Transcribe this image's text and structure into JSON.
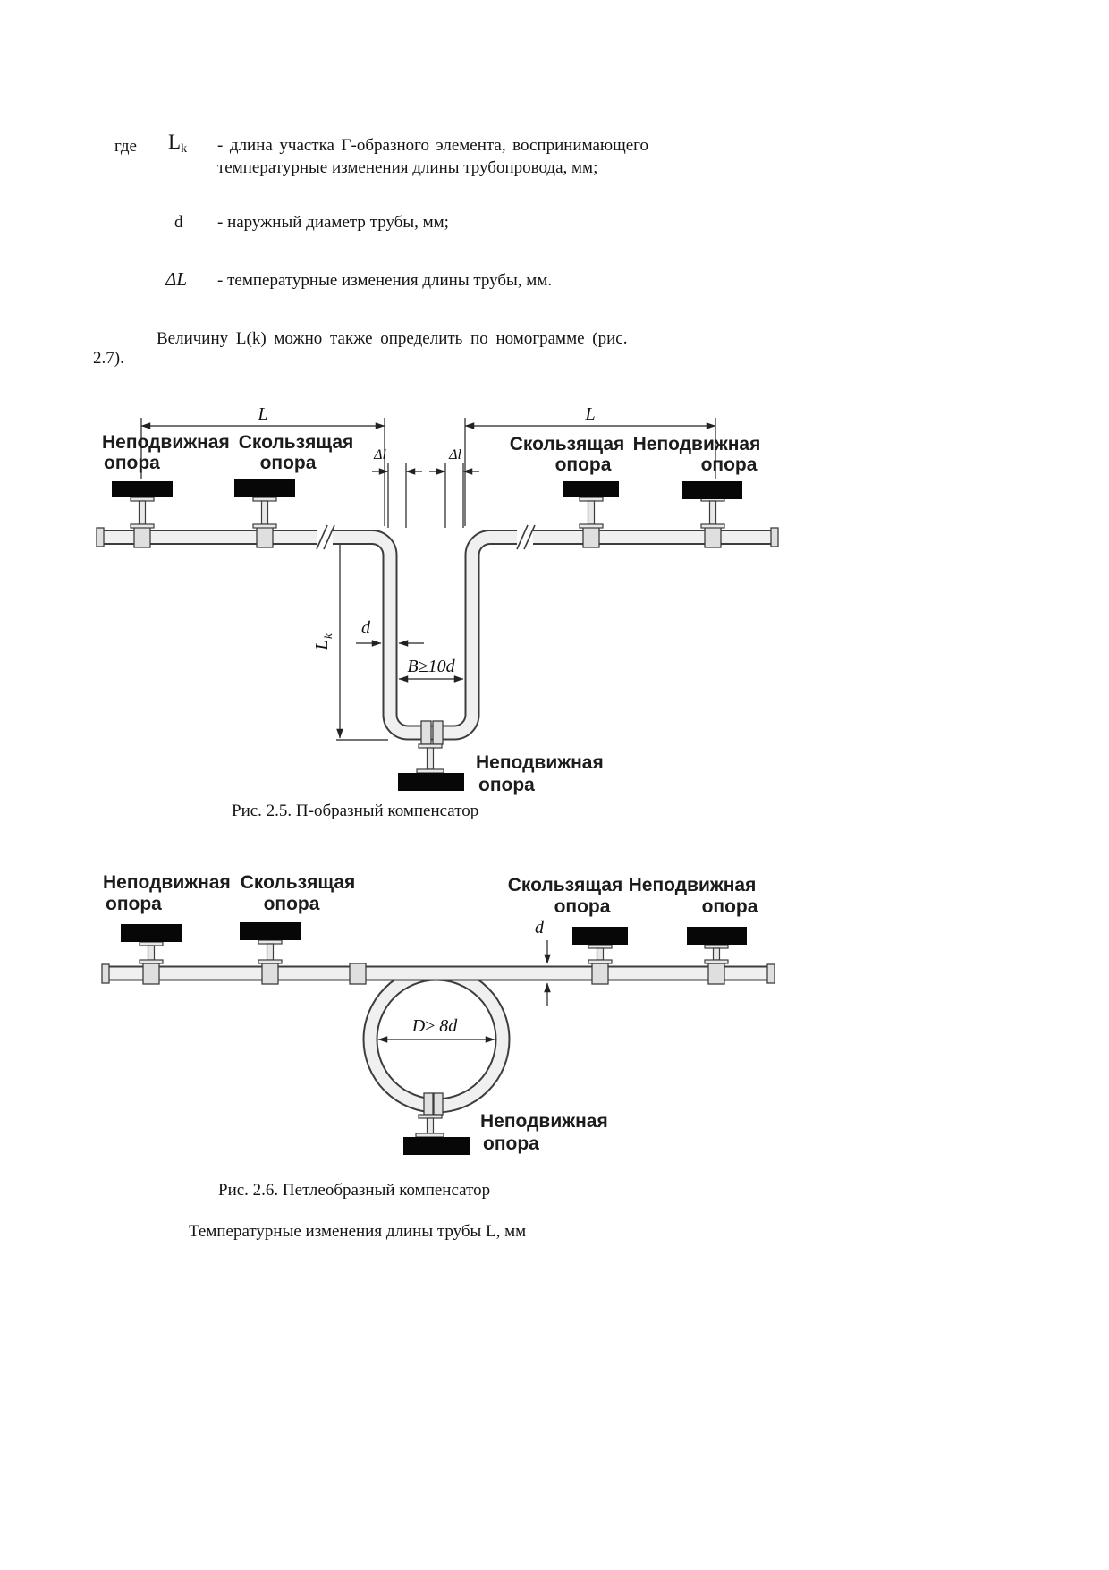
{
  "colors": {
    "paper": "#ffffff",
    "ink": "#141414",
    "support_black": "#070707"
  },
  "definitions": {
    "where_label": "где",
    "lk_symbol_main": "L",
    "lk_symbol_sub": "k",
    "lk_text": "- длина участка Г-образного элемента, воспринимающего температурные изменения длины трубопровода, мм;",
    "d_symbol": "d",
    "d_text": "- наружный диаметр трубы, мм;",
    "dl_symbol": "ΔL",
    "dl_text": "- температурные изменения длины трубы, мм."
  },
  "paragraph": {
    "line1": "Величину L(k) можно также определить по номограмме (рис.",
    "line2": "2.7)."
  },
  "fig25": {
    "labels": {
      "fixed_left_line1": "Неподвижная",
      "fixed_left_line2": "опора",
      "sliding_left_line1": "Скользящая",
      "sliding_left_line2": "опора",
      "sliding_right_line1": "Скользящая",
      "sliding_right_line2": "опора",
      "fixed_right_line1": "Неподвижная",
      "fixed_right_line2": "опора",
      "fixed_bottom_line1": "Неподвижная",
      "fixed_bottom_line2": "опора"
    },
    "dims": {
      "L_left": "L",
      "L_right": "L",
      "dL_left": "Δl",
      "dL_right": "Δl",
      "Lk_main": "L",
      "Lk_sub": "k",
      "d": "d",
      "B": "B≥10d"
    },
    "caption": "Рис. 2.5. П-образный компенсатор"
  },
  "fig26": {
    "labels": {
      "fixed_left_line1": "Неподвижная",
      "fixed_left_line2": "опора",
      "sliding_left_line1": "Скользящая",
      "sliding_left_line2": "опора",
      "sliding_right_line1": "Скользящая",
      "sliding_right_line2": "опора",
      "fixed_right_line1": "Неподвижная",
      "fixed_right_line2": "опора",
      "fixed_bottom_line1": "Неподвижная",
      "fixed_bottom_line2": "опора"
    },
    "dims": {
      "d": "d",
      "D": "D≥ 8d"
    },
    "caption": "Рис. 2.6. Петлеобразный компенсатор"
  },
  "footer_note": "Температурные изменения длины трубы L, мм"
}
